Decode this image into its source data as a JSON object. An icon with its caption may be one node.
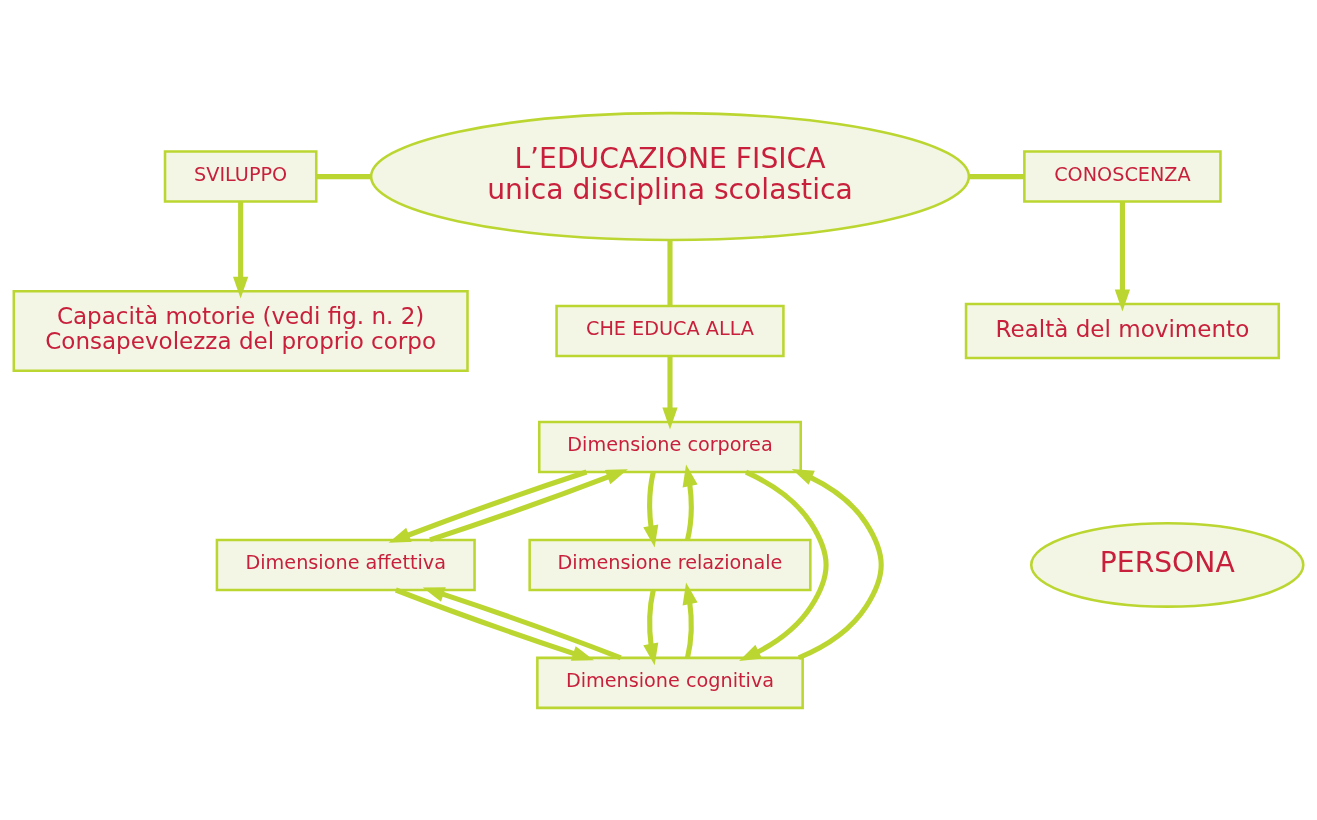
{
  "diagram": {
    "nodes": [
      {
        "text": [
          "Capacità motorie (vedi fig. n. 2)",
          "Consapevolezza del proprio corpo"
        ]
      },
      {
        "text": [
          "Realtà del movimento"
        ]
      },
      {
        "text": [
          "SVILUPPO"
        ]
      },
      {
        "text": [
          "L’EDUCAZIONE FISICA",
          "unica disciplina scolastica"
        ]
      },
      {
        "text": [
          "CONOSCENZA"
        ]
      },
      {
        "text": [
          "CHE EDUCA ALLA"
        ]
      },
      {
        "text": [
          "Dimensione corporea"
        ]
      },
      {
        "text": [
          "Dimensione affettiva"
        ]
      },
      {
        "text": [
          "PERSONA"
        ]
      },
      {
        "text": [
          "Dimensione relazionale"
        ]
      },
      {
        "text": [
          "Dimensione cognitiva"
        ]
      }
    ],
    "edges": [
      {
        "from": 2,
        "to": 0,
        "arrow": "to"
      },
      {
        "from": 3,
        "to": 2,
        "arrow": "none"
      },
      {
        "from": 3,
        "to": 4,
        "arrow": "none"
      },
      {
        "from": 4,
        "to": 1,
        "arrow": "to"
      },
      {
        "from": 3,
        "to": 5,
        "arrow": "none"
      },
      {
        "from": 5,
        "to": 6,
        "arrow": "to"
      },
      {
        "from": 6,
        "to": 7,
        "arrow": "to"
      },
      {
        "from": 7,
        "to": 6,
        "arrow": "to"
      },
      {
        "from": 6,
        "to": 9,
        "arrow": "to"
      },
      {
        "from": 9,
        "to": 6,
        "arrow": "to"
      },
      {
        "from": 6,
        "to": 10,
        "arrow": "to"
      },
      {
        "from": 10,
        "to": 6,
        "arrow": "to"
      },
      {
        "from": 7,
        "to": 10,
        "arrow": "to"
      },
      {
        "from": 10,
        "to": 7,
        "arrow": "to"
      },
      {
        "from": 9,
        "to": 10,
        "arrow": "to"
      },
      {
        "from": 10,
        "to": 9,
        "arrow": "to"
      }
    ]
  }
}
